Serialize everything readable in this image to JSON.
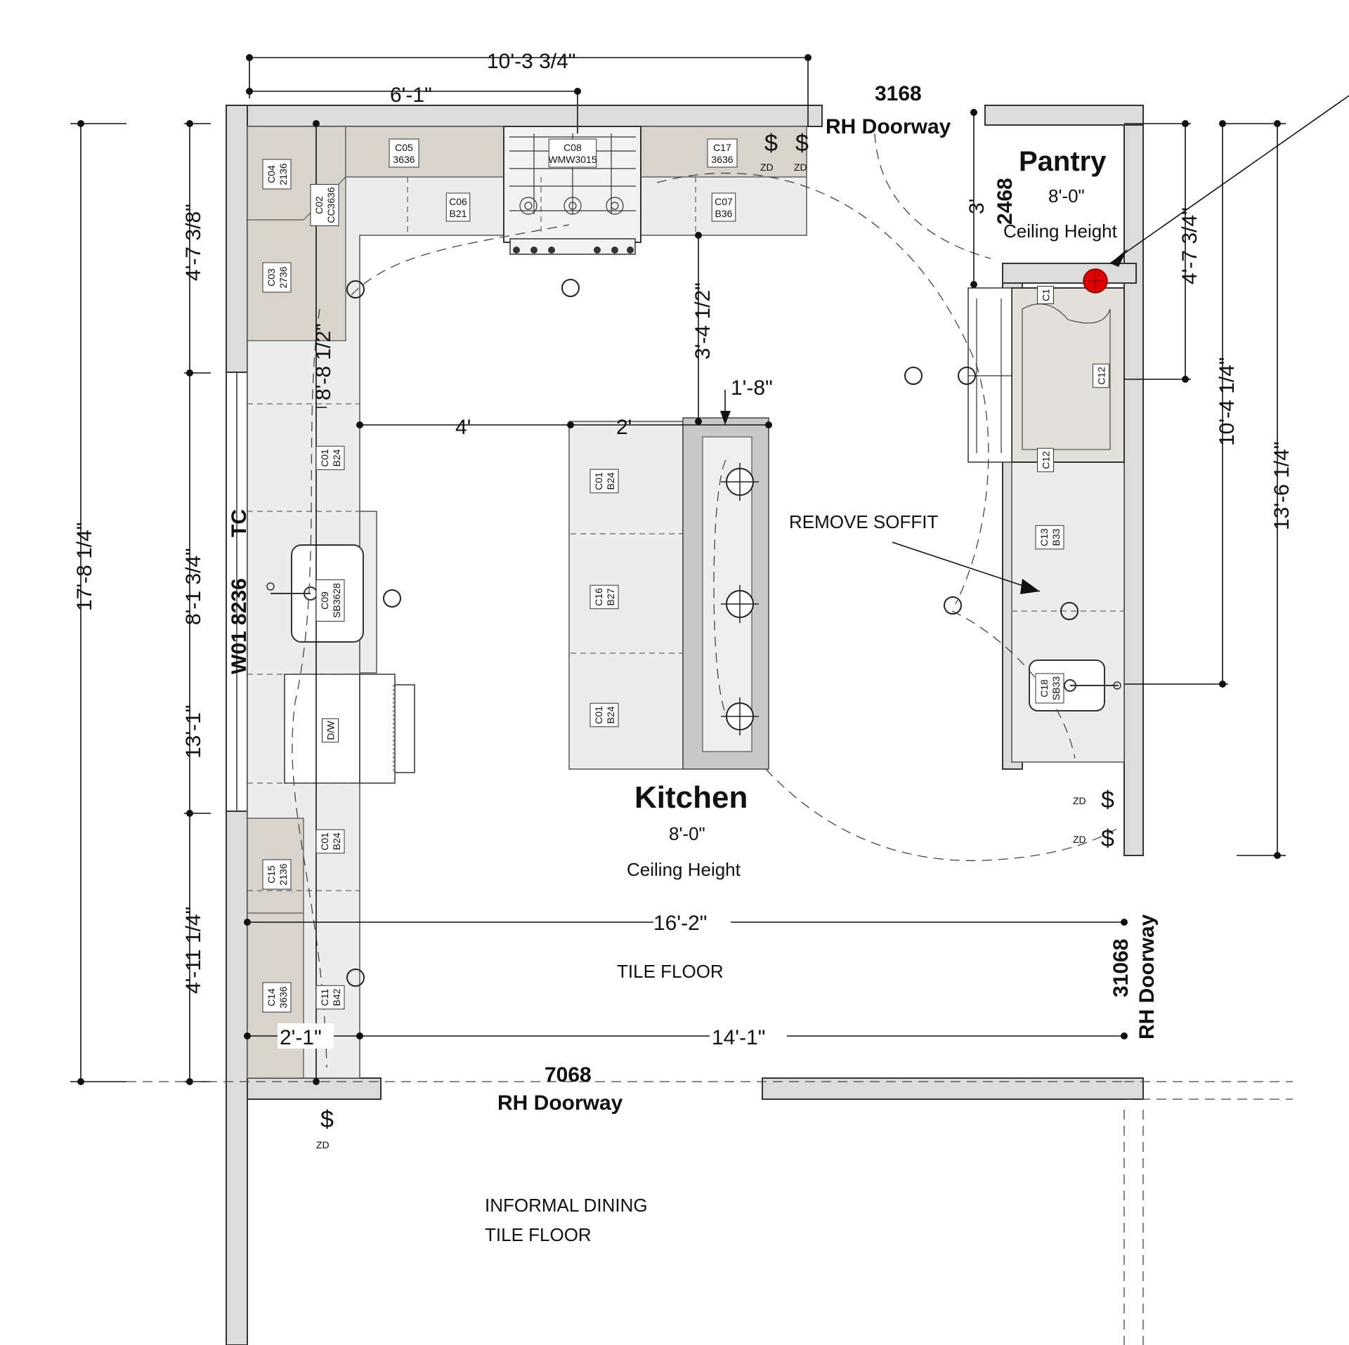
{
  "rooms": {
    "kitchen": {
      "name": "Kitchen",
      "height": "8'-0\"",
      "height_label": "Ceiling Height",
      "floor": "TILE FLOOR"
    },
    "pantry": {
      "name": "Pantry",
      "height": "8'-0\"",
      "height_label": "Ceiling Height"
    },
    "dining": {
      "name": "INFORMAL DINING",
      "floor": "TILE FLOOR"
    }
  },
  "notes": {
    "remove_soffit": "REMOVE SOFFIT"
  },
  "doors": {
    "pantry_door": {
      "size": "3168",
      "label": "RH Doorway"
    },
    "right_door": {
      "size": "31068",
      "label": "RH Doorway"
    },
    "bottom_door": {
      "size": "7068",
      "label": "RH Doorway"
    },
    "pantry_opening": {
      "size": "2468"
    }
  },
  "window": {
    "label": "W01 8236",
    "tc": "TC"
  },
  "dimensions": {
    "top_overall": "10'-3 3/4\"",
    "top_partial": "6'-1\"",
    "left_overall": "17'-8 1/4\"",
    "left_upper": "4'-7 3/8\"",
    "left_window": "8'-1 3/4\"",
    "left_window_b": "13'-1\"",
    "left_lower": "4'-11 1/4\"",
    "sink_run": "8'-8 1/2\"",
    "range_to_island": "3'-4 1/2\"",
    "aisle_left": "4'",
    "island_depth": "2'",
    "island_overhang": "1'-8\"",
    "width_mid": "16'-2\"",
    "bottom_left": "2'-1\"",
    "bottom_right": "14'-1\"",
    "pantry_depth": "3'",
    "right_upper": "4'-7 3/4\"",
    "right_mid": "10'-4 1/4\"",
    "right_overall": "13'-6 1/4\""
  },
  "cabinets": [
    {
      "id": "C04",
      "spec": "2136"
    },
    {
      "id": "C05",
      "spec": "3636"
    },
    {
      "id": "C08",
      "spec": "WMW3015"
    },
    {
      "id": "C17",
      "spec": "3636"
    },
    {
      "id": "C02",
      "spec": "CC3636"
    },
    {
      "id": "C06",
      "spec": "B21"
    },
    {
      "id": "C07",
      "spec": "B36"
    },
    {
      "id": "C03",
      "spec": "2736"
    },
    {
      "id": "C01",
      "spec": "B24"
    },
    {
      "id": "C09",
      "spec": "SB3628"
    },
    {
      "id": "D/W",
      "spec": ""
    },
    {
      "id": "C01",
      "spec": "B24"
    },
    {
      "id": "C15",
      "spec": "2136"
    },
    {
      "id": "C14",
      "spec": "3636"
    },
    {
      "id": "C11",
      "spec": "B42"
    },
    {
      "id": "C01",
      "spec": "B24"
    },
    {
      "id": "C16",
      "spec": "B27"
    },
    {
      "id": "C01",
      "spec": "B24"
    },
    {
      "id": "C12",
      "spec": ""
    },
    {
      "id": "C13",
      "spec": "B33"
    },
    {
      "id": "C18",
      "spec": "SB33"
    },
    {
      "id": "C1",
      "spec": ""
    },
    {
      "id": "C12",
      "spec": ""
    }
  ],
  "switch_label": "ZD",
  "colors": {
    "marker": "#e00000",
    "wall": "#dcdcdc",
    "counter": "#ececec",
    "cabinet_upper": "#d8d4cc"
  }
}
